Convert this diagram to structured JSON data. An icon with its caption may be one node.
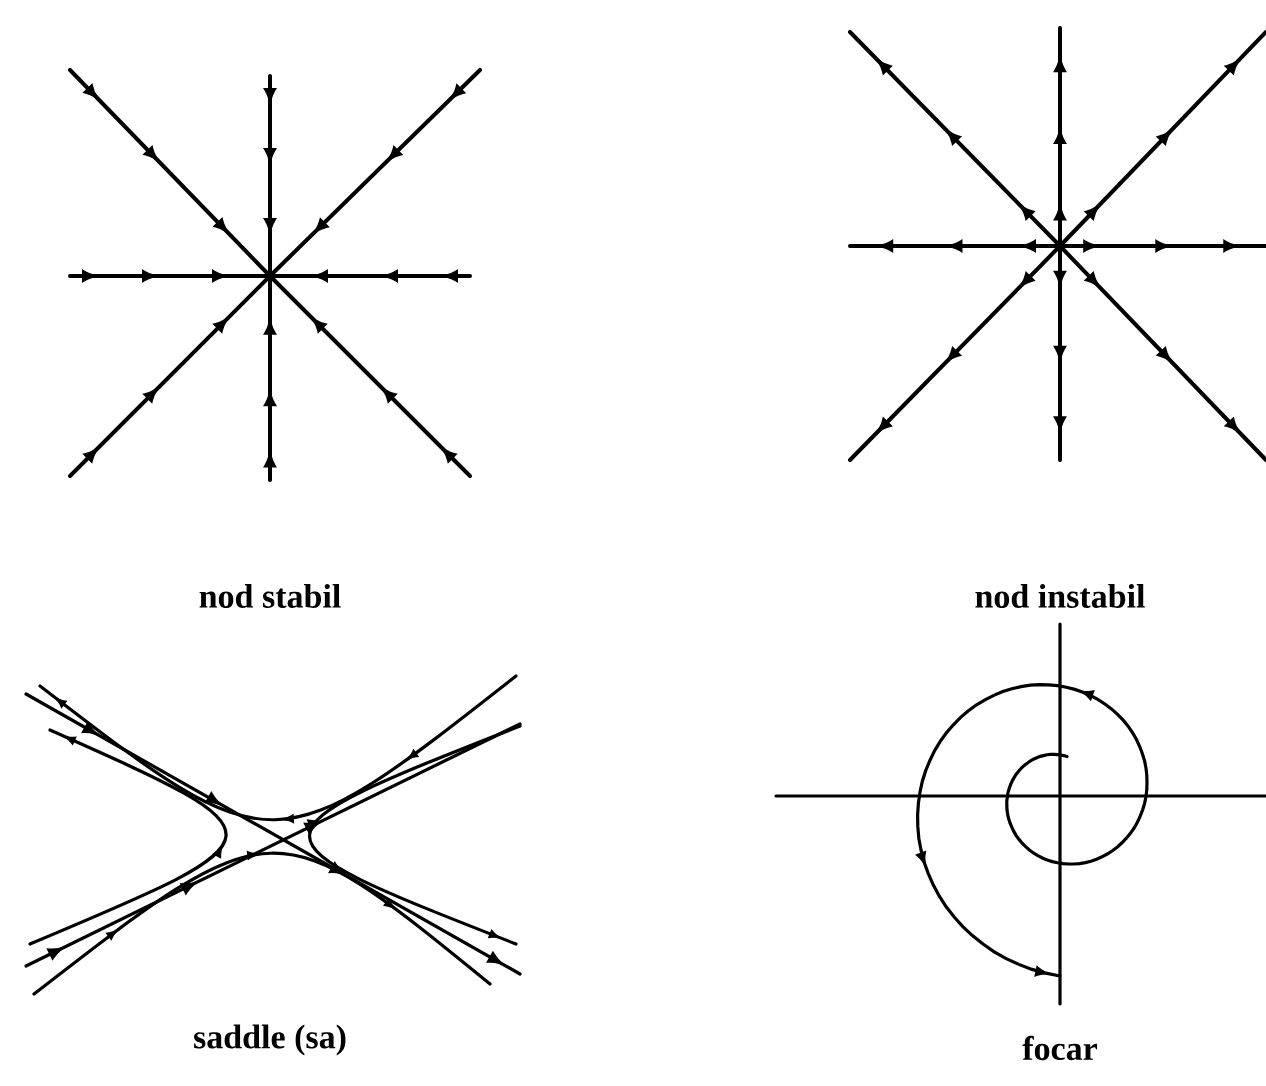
{
  "diagram": {
    "labels": [
      "nod stabil",
      "nod instabil",
      "saddle (sa)",
      "focar"
    ]
  }
}
